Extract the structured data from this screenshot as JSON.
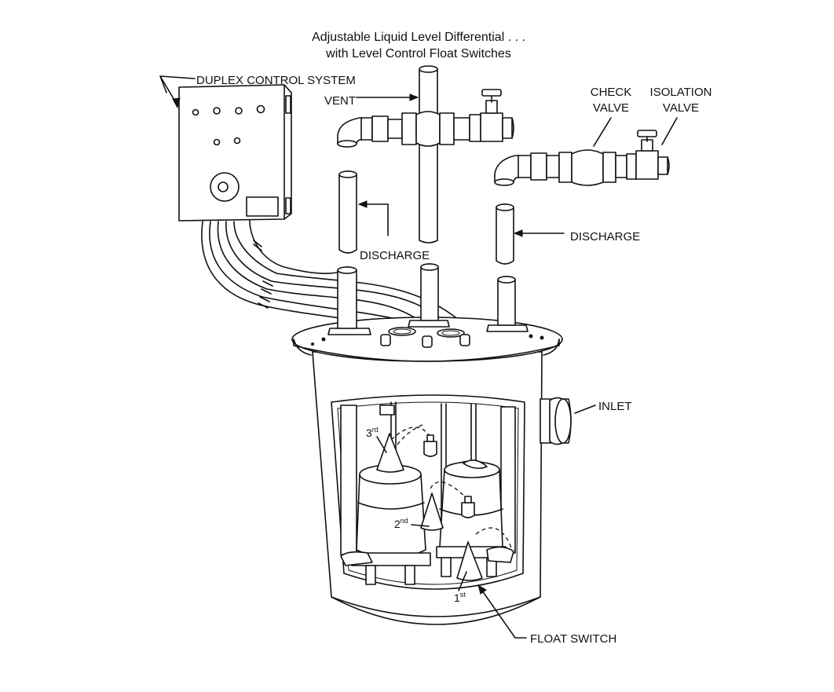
{
  "title": {
    "line1": "Adjustable Liquid Level Differential . . .",
    "line2": "with Level Control Float Switches"
  },
  "labels": {
    "duplex_control_system": "DUPLEX CONTROL SYSTEM",
    "vent": "VENT",
    "check_valve_line1": "CHECK",
    "check_valve_line2": "VALVE",
    "isolation_valve_line1": "ISOLATION",
    "isolation_valve_line2": "VALVE",
    "discharge_left": "DISCHARGE",
    "discharge_right": "DISCHARGE",
    "inlet": "INLET",
    "float_switch": "FLOAT SWITCH"
  },
  "float_levels": {
    "first": {
      "num": "1",
      "sup": "st"
    },
    "second": {
      "num": "2",
      "sup": "nd"
    },
    "third": {
      "num": "3",
      "sup": "rd"
    }
  }
}
